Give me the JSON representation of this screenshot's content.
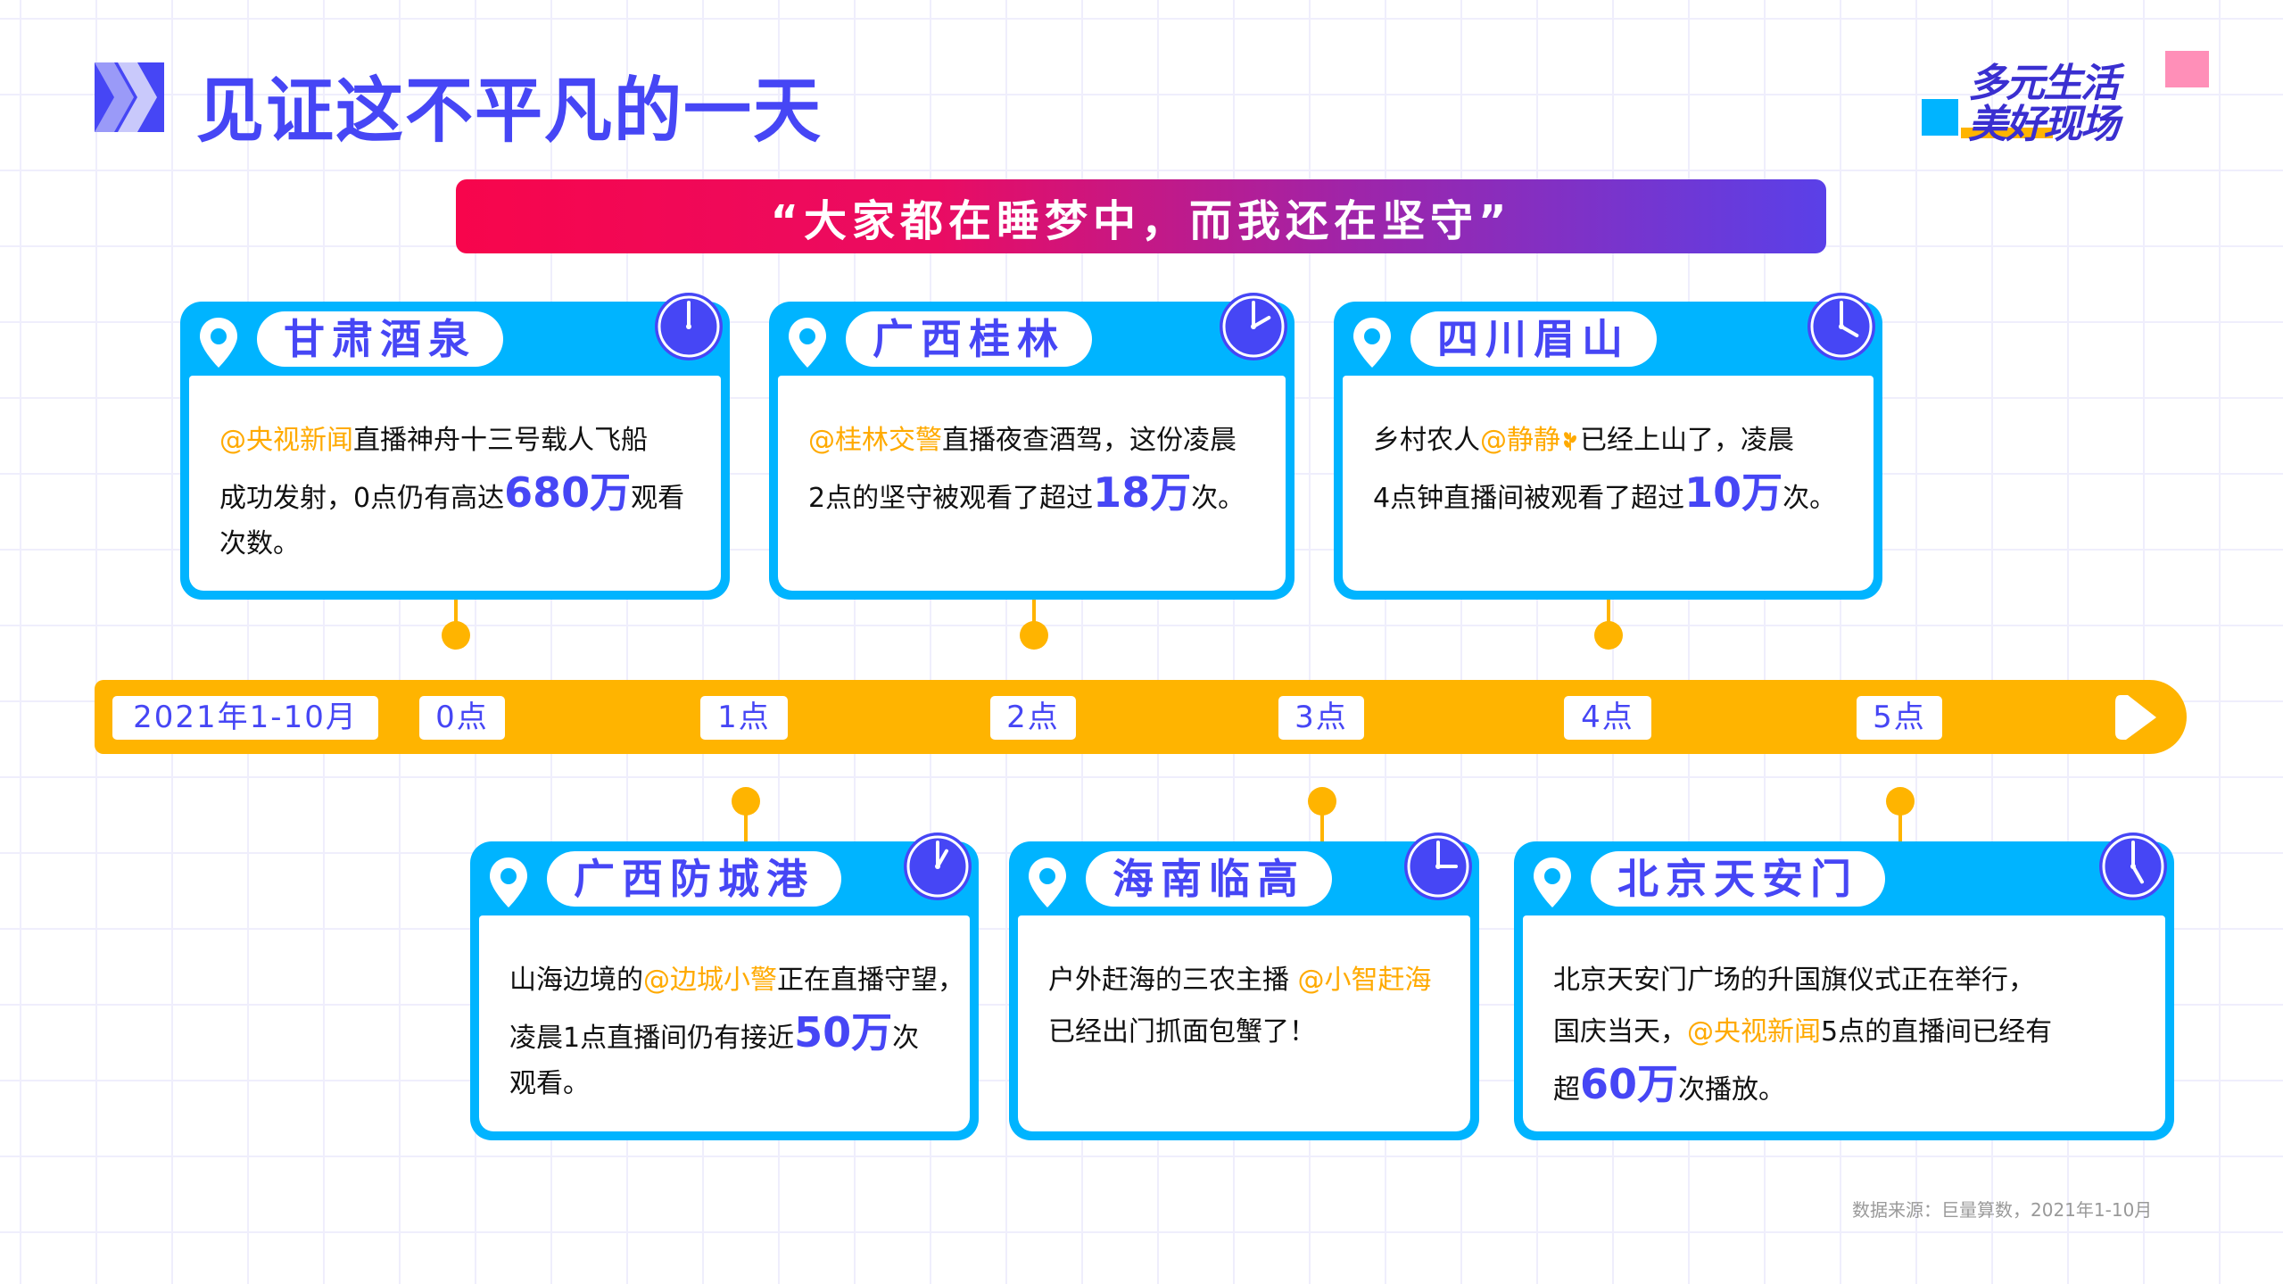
{
  "title": "见证这不平凡的一天",
  "logo": {
    "line1": "多元生活",
    "line2": "美好现场"
  },
  "banner": "“大家都在睡梦中，而我还在坚守”",
  "colors": {
    "accent_blue": "#4646f5",
    "cyan": "#00b4ff",
    "timeline": "#ffb400",
    "mention": "#ffaa00",
    "banner_start": "#f7054c",
    "banner_end": "#5a40e8"
  },
  "timeline": {
    "range_label": "2021年1-10月",
    "hours": [
      "0点",
      "1点",
      "2点",
      "3点",
      "4点",
      "5点"
    ],
    "end_icon": "play-icon"
  },
  "cards": [
    {
      "location": "甘肃酒泉",
      "hour": 0,
      "lines": [
        [
          {
            "t": "@央视新闻",
            "s": "m"
          },
          {
            "t": "直播神舟十三号载人飞船",
            "s": ""
          }
        ],
        [
          {
            "t": "成功发射，0点仍有高达",
            "s": ""
          },
          {
            "t": "680万",
            "s": "n"
          },
          {
            "t": "观看",
            "s": ""
          }
        ],
        [
          {
            "t": "次数。",
            "s": ""
          }
        ]
      ]
    },
    {
      "location": "广西桂林",
      "hour": 2,
      "lines": [
        [
          {
            "t": "@桂林交警",
            "s": "m"
          },
          {
            "t": "直播夜查酒驾，这份凌晨",
            "s": ""
          }
        ],
        [
          {
            "t": "2点的坚守被观看了超过",
            "s": ""
          },
          {
            "t": "18万",
            "s": "n"
          },
          {
            "t": "次。",
            "s": ""
          }
        ]
      ]
    },
    {
      "location": "四川眉山",
      "hour": 4,
      "lines": [
        [
          {
            "t": "乡村农人",
            "s": ""
          },
          {
            "t": "@静静",
            "s": "m"
          },
          {
            "icon": "wheat-icon"
          },
          {
            "t": "已经上山了，凌晨",
            "s": ""
          }
        ],
        [
          {
            "t": "4点钟直播间被观看了超过",
            "s": ""
          },
          {
            "t": "10万",
            "s": "n"
          },
          {
            "t": "次。",
            "s": ""
          }
        ]
      ]
    },
    {
      "location": "广西防城港",
      "hour": 1,
      "lines": [
        [
          {
            "t": "山海边境的",
            "s": ""
          },
          {
            "t": "@边城小警",
            "s": "m"
          },
          {
            "t": "正在直播守望，",
            "s": ""
          }
        ],
        [
          {
            "t": "凌晨1点直播间仍有接近",
            "s": ""
          },
          {
            "t": "50万",
            "s": "n"
          },
          {
            "t": "次",
            "s": ""
          }
        ],
        [
          {
            "t": "观看。",
            "s": ""
          }
        ]
      ]
    },
    {
      "location": "海南临高",
      "hour": 3,
      "lines": [
        [
          {
            "t": "户外赶海的三农主播 ",
            "s": ""
          },
          {
            "t": "@小智赶海",
            "s": "m"
          }
        ],
        [
          {
            "t": "已经出门抓面包蟹了！",
            "s": ""
          }
        ]
      ]
    },
    {
      "location": "北京天安门",
      "hour": 5,
      "lines": [
        [
          {
            "t": "北京天安门广场的升国旗仪式正在举行，",
            "s": ""
          }
        ],
        [
          {
            "t": "国庆当天，",
            "s": ""
          },
          {
            "t": "@央视新闻",
            "s": "m"
          },
          {
            "t": "5点的直播间已经有",
            "s": ""
          }
        ],
        [
          {
            "t": "超",
            "s": ""
          },
          {
            "t": "60万",
            "s": "n"
          },
          {
            "t": "次播放。",
            "s": ""
          }
        ]
      ]
    }
  ],
  "footnote": "数据来源：巨量算数，2021年1-10月"
}
